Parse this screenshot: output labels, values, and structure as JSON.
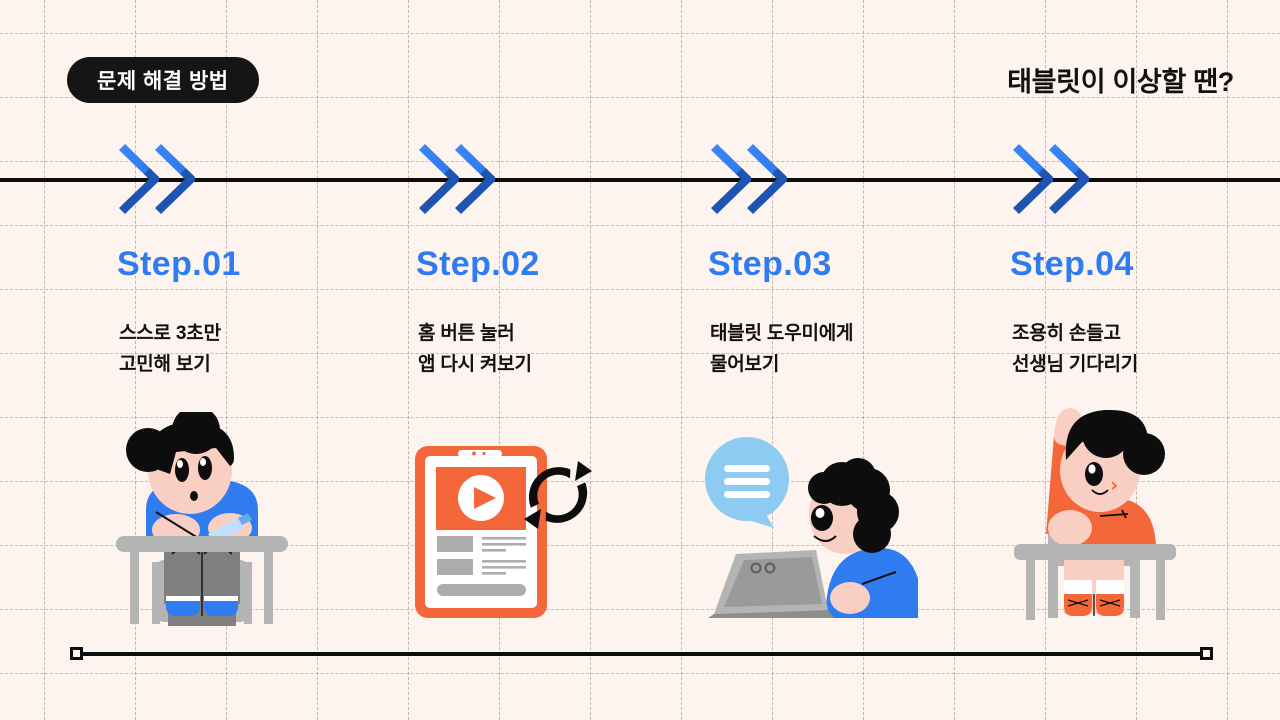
{
  "header": {
    "badge_label": "문제 해결 방법",
    "subtitle": "태블릿이 이상할 땐?"
  },
  "theme": {
    "background": "#fdf4ef",
    "accent_blue": "#2f7bf0",
    "chevron_blue_light": "#2f7bf0",
    "chevron_blue_dark": "#1f56b5",
    "accent_orange": "#f4673a",
    "ink": "#0d0d0d",
    "badge_bg": "#151515",
    "badge_text": "#ffffff",
    "grid_line": "#9b8276",
    "bubble_blue": "#8ecbf2",
    "gray": "#adadad"
  },
  "steps": [
    {
      "label": "Step.01",
      "description": "스스로 3초만\n고민해 보기",
      "illustration": "student-thinking-at-desk-icon"
    },
    {
      "label": "Step.02",
      "description": "홈 버튼 눌러\n앱 다시 켜보기",
      "illustration": "tablet-refresh-app-icon"
    },
    {
      "label": "Step.03",
      "description": "태블릿 도우미에게\n물어보기",
      "illustration": "student-asking-helper-icon"
    },
    {
      "label": "Step.04",
      "description": "조용히 손들고\n선생님 기다리기",
      "illustration": "student-raising-hand-icon"
    }
  ],
  "icons": {
    "chevron": "double-chevron-right-icon",
    "timeline_endcap": "square-endpoint-icon"
  }
}
